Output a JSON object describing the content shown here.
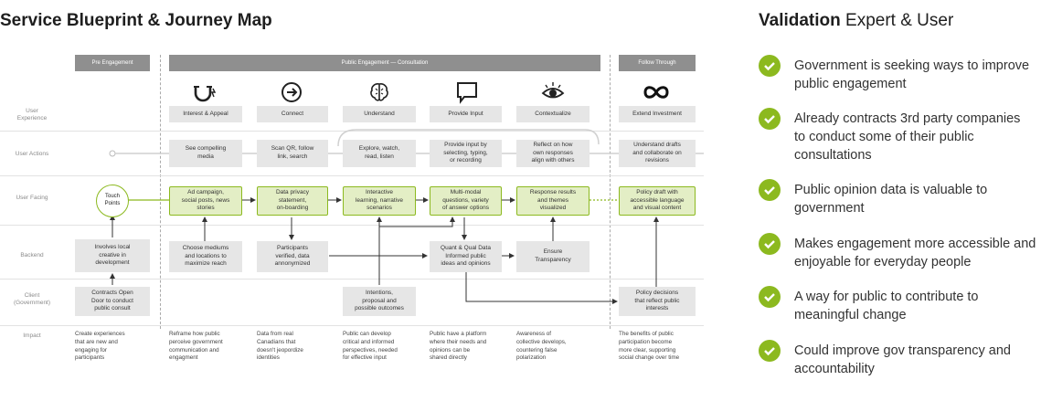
{
  "blueprint_title": "Service Blueprint & Journey Map",
  "validation": {
    "title_bold": "Validation",
    "title_rest": "Expert & User",
    "items": [
      "Government is seeking ways to improve public engagement",
      "Already contracts 3rd party companies to conduct some of their public consultations",
      "Public opinion data is valuable to government",
      "Makes engagement more accessible and enjoyable for everyday people",
      "A way for public to contribute to meaningful change",
      "Could improve gov transparency and accountability"
    ],
    "item_lines": [
      [
        "Government is seeking ways to improve",
        "public engagement"
      ],
      [
        "Already contracts 3rd party companies",
        "to conduct some of their public",
        "consultations"
      ],
      [
        "Public opinion data is valuable to",
        "government"
      ],
      [
        "Makes engagement more accessible and",
        "enjoyable for everyday people"
      ],
      [
        "A way for public to contribute to",
        "meaningful change"
      ],
      [
        "Could improve gov transparency and",
        "accountability"
      ]
    ],
    "accent_color": "#8cb91f"
  },
  "phases": {
    "pre": "Pre Engagement",
    "public": "Public Engagement — Consultation",
    "follow": "Follow Through"
  },
  "row_labels": {
    "user_experience": [
      "User",
      "Experience"
    ],
    "user_actions": "User Actions",
    "user_facing": "User Facing",
    "backend": "Backend",
    "client": [
      "Client",
      "(Government)"
    ],
    "impact": "Impact"
  },
  "icons": [
    "magnet-icon",
    "arrow-right-circle-icon",
    "brain-icon",
    "speech-bubble-icon",
    "eye-icon",
    "infinity-icon"
  ],
  "experience": [
    "Interest & Appeal",
    "Connect",
    "Understand",
    "Provide Input",
    "Contextualize",
    "Extend Investment"
  ],
  "actions": [
    [
      "See compelling",
      "media"
    ],
    [
      "Scan QR, follow",
      "link, search"
    ],
    [
      "Explore, watch,",
      "read, listen"
    ],
    [
      "Provide input by",
      "selecting, typing,",
      "or recording"
    ],
    [
      "Reflect on how",
      "own responses",
      "align with others"
    ],
    [
      "Understand drafts",
      "and collaborate on",
      "revisions"
    ]
  ],
  "touch_points": [
    "Touch",
    "Points"
  ],
  "facing": [
    [
      "Ad campaign,",
      "social posts, news",
      "stories"
    ],
    [
      "Data privacy",
      "statement,",
      "on-boarding"
    ],
    [
      "Interactive",
      "learning, narrative",
      "scenarios"
    ],
    [
      "Multi-modal",
      "questions, variety",
      "of answer options"
    ],
    [
      "Response results",
      "and themes",
      "visualized"
    ],
    [
      "Policy draft with",
      "accessible language",
      "and visual content"
    ]
  ],
  "backend": [
    [
      "Involves local",
      "creative in",
      "development"
    ],
    [
      "Choose mediums",
      "and locations to",
      "maximize reach"
    ],
    [
      "Participants",
      "verified, data",
      "annonymized"
    ],
    [
      "Quant & Qual Data",
      "Informed public",
      "ideas and opinions"
    ],
    [
      "Ensure",
      "Transparency"
    ]
  ],
  "client": [
    [
      "Contracts Open",
      "Door to conduct",
      "public consult"
    ],
    [
      "Intentions,",
      "proposal and",
      "possible outcomes"
    ],
    [
      "Policy decisions",
      "that reflect public",
      "interests"
    ]
  ],
  "impact": [
    [
      "Create experiences",
      "that are new and",
      "engaging for",
      "participants"
    ],
    [
      "Reframe how public",
      "perceive government",
      "communication and",
      "engagment"
    ],
    [
      "Data from real",
      "Canadians that",
      "doesn't jeopordize",
      "identities"
    ],
    [
      "Public can develop",
      "critical and informed",
      "perspectives, needed",
      "for effective input"
    ],
    [
      "Public have a platform",
      "where their needs and",
      "opinions can be",
      "shared directly"
    ],
    [
      "Awareness of",
      "collective develops,",
      "countering false",
      "polarization"
    ],
    [
      "The benefits of public",
      "participation become",
      "more clear, supporting",
      "social change over time"
    ]
  ]
}
